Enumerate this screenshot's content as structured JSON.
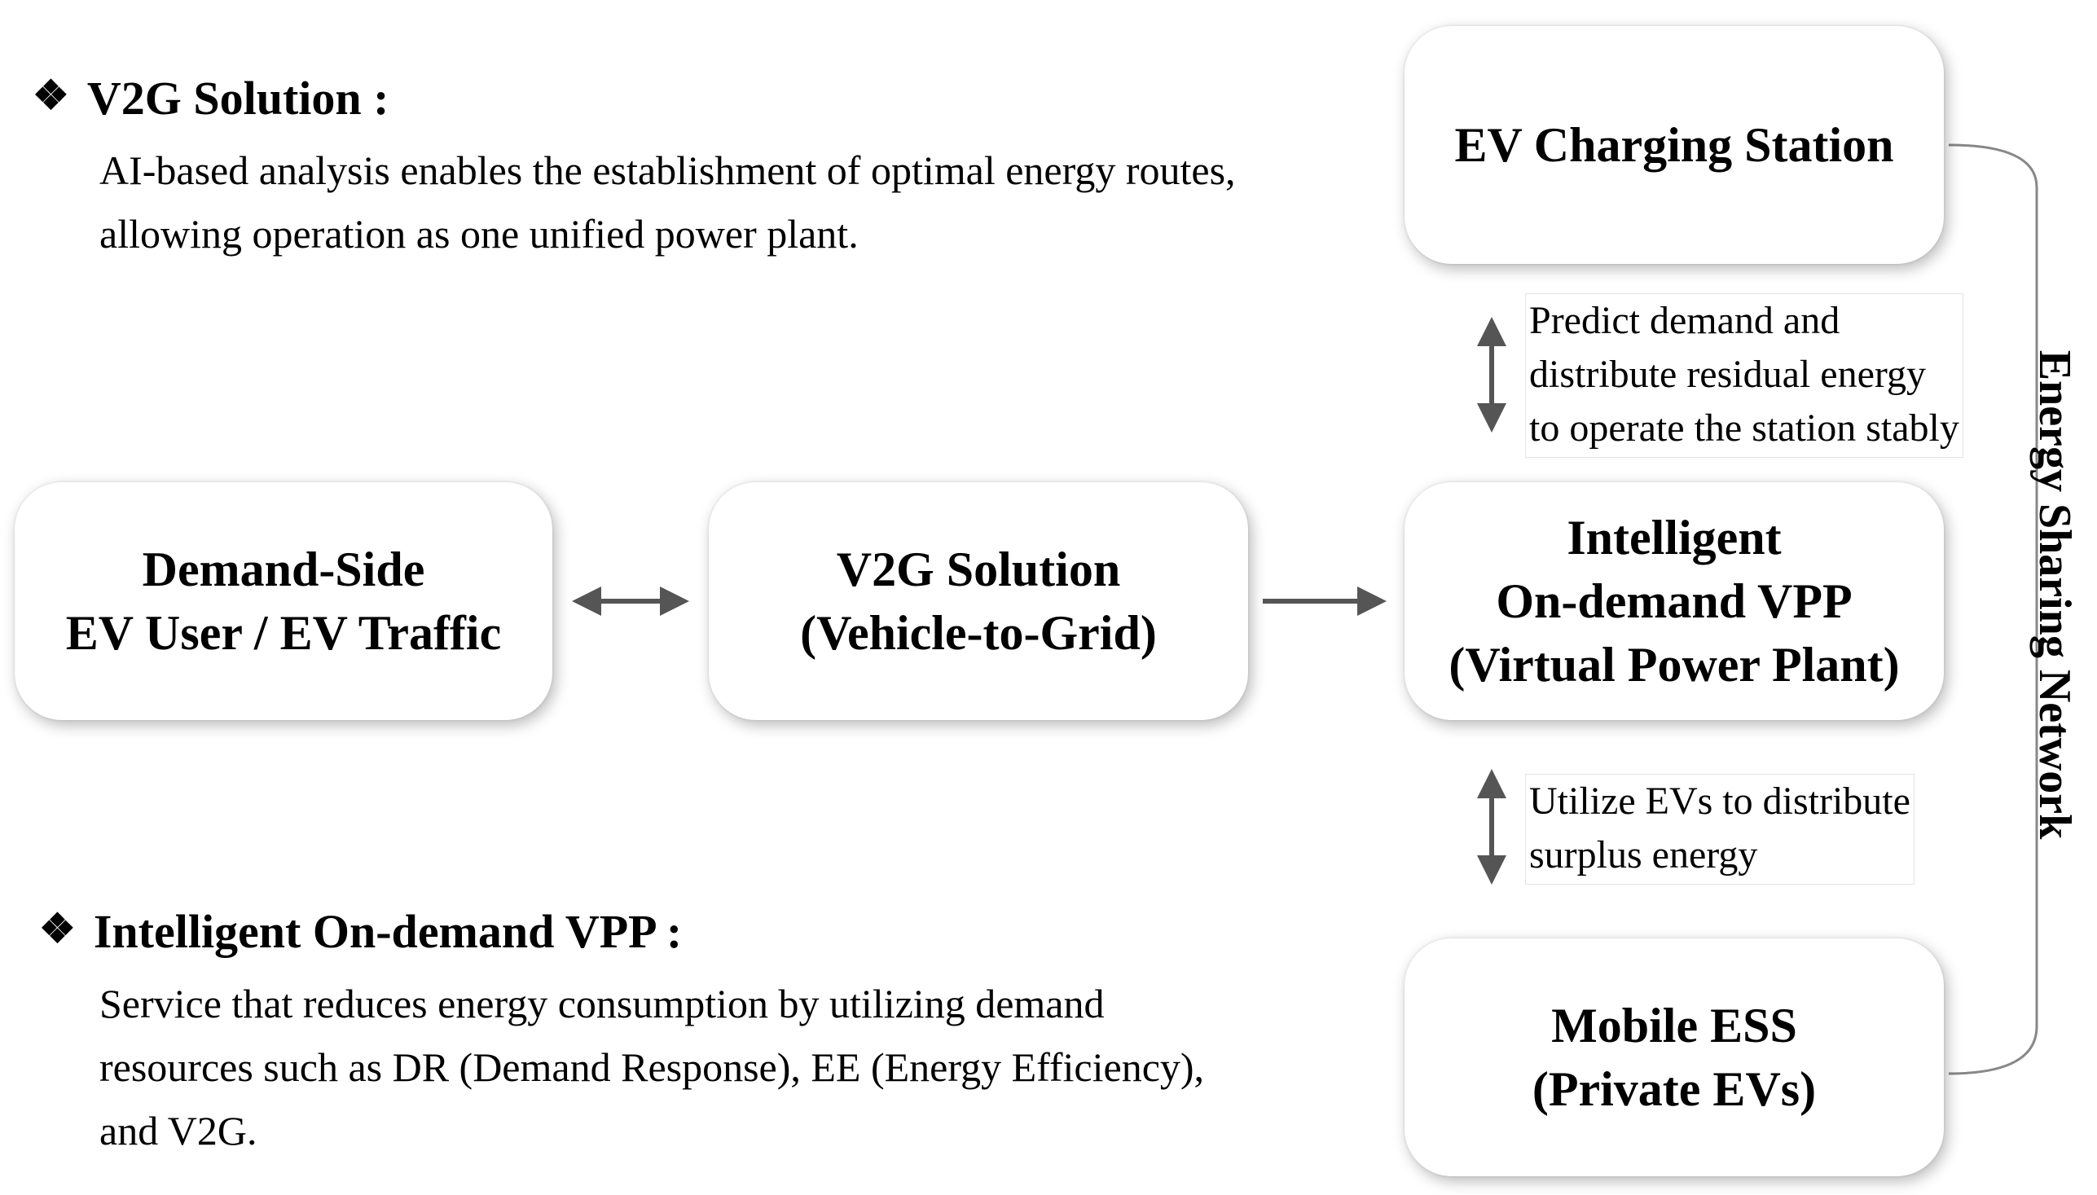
{
  "notes": {
    "v2g": {
      "title": "V2G Solution :",
      "lines": [
        "AI-based analysis enables the establishment of optimal energy routes,",
        "allowing operation as one unified power plant."
      ]
    },
    "vpp": {
      "title": "Intelligent On-demand VPP :",
      "lines": [
        "Service that reduces energy consumption by utilizing demand",
        "resources such as DR (Demand Response), EE (Energy Efficiency),",
        "and V2G."
      ]
    }
  },
  "boxes": {
    "demand_side": {
      "lines": [
        "Demand-Side",
        "EV User / EV Traffic"
      ]
    },
    "v2g_solution": {
      "lines": [
        "V2G Solution",
        "(Vehicle-to-Grid)"
      ]
    },
    "vpp": {
      "lines": [
        "Intelligent",
        "On-demand VPP",
        "(Virtual Power Plant)"
      ]
    },
    "charging_station": {
      "lines": [
        "EV Charging Station"
      ]
    },
    "mobile_ess": {
      "lines": [
        "Mobile ESS",
        "(Private EVs)"
      ]
    }
  },
  "captions": {
    "station": {
      "lines": [
        "Predict demand and",
        "distribute residual energy",
        "to operate the station stably"
      ]
    },
    "ess": {
      "lines": [
        "Utilize EVs to distribute",
        "surplus energy"
      ]
    }
  },
  "network_label": "Energy Sharing Network",
  "colors": {
    "arrow": "#555555",
    "bracket": "#888888"
  }
}
